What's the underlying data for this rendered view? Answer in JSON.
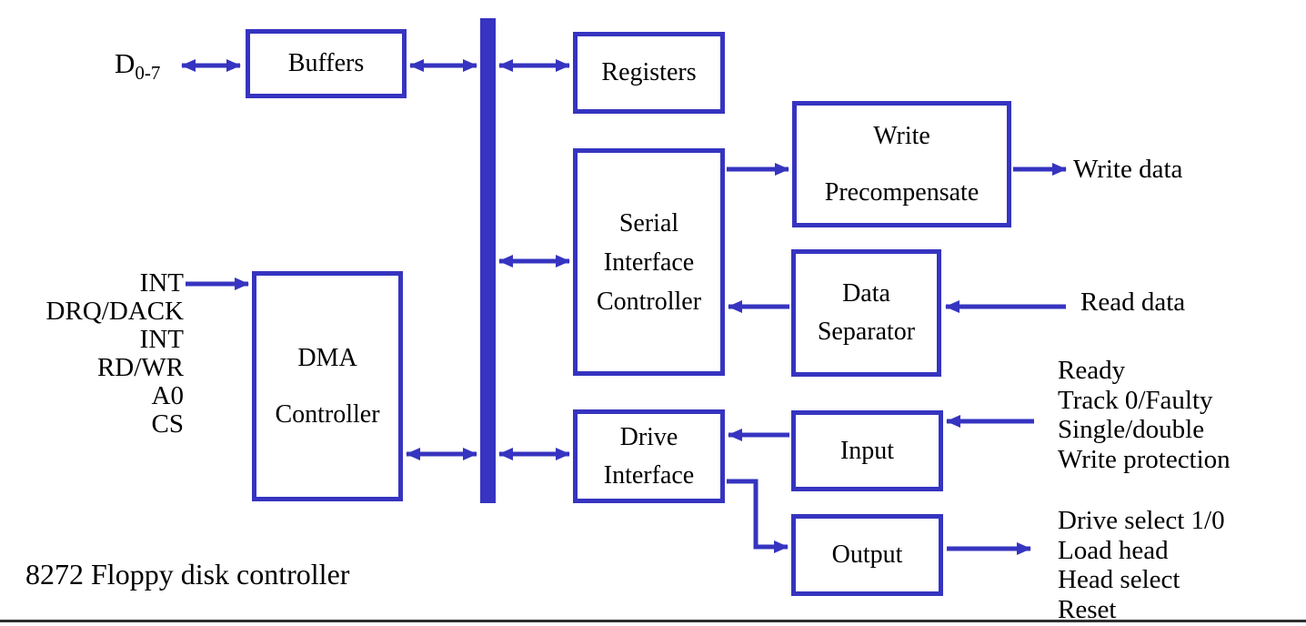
{
  "diagram_title": "8272 Floppy disk controller",
  "colors": {
    "wire_blue": "#3634c0",
    "text_black": "#000000",
    "bottom_rule": "#2f2f2f",
    "background": "#ffffff"
  },
  "boxes": {
    "buffers": {
      "label": "Buffers"
    },
    "registers": {
      "label": "Registers"
    },
    "serial_interface_controller": {
      "lines": [
        "Serial",
        "Interface",
        "Controller"
      ]
    },
    "write_precompensate": {
      "lines": [
        "Write",
        "Precompensate"
      ]
    },
    "data_separator": {
      "lines": [
        "Data",
        "Separator"
      ]
    },
    "dma_controller": {
      "lines": [
        "DMA",
        "Controller"
      ]
    },
    "drive_interface": {
      "lines": [
        "Drive",
        "Interface"
      ]
    },
    "input": {
      "label": "Input"
    },
    "output": {
      "label": "Output"
    }
  },
  "labels": {
    "data_bus": {
      "base": "D",
      "sub": "0-7"
    },
    "dma_signals": [
      "INT",
      "DRQ/DACK",
      "INT",
      "RD/WR",
      "A0",
      "CS"
    ],
    "write_data": "Write data",
    "read_data": "Read data",
    "input_signals": [
      "Ready",
      "Track 0/Faulty",
      "Single/double",
      "Write protection"
    ],
    "output_signals": [
      "Drive select 1/0",
      "Load head",
      "Head select",
      "Reset"
    ],
    "caption": "8272 Floppy disk controller"
  }
}
